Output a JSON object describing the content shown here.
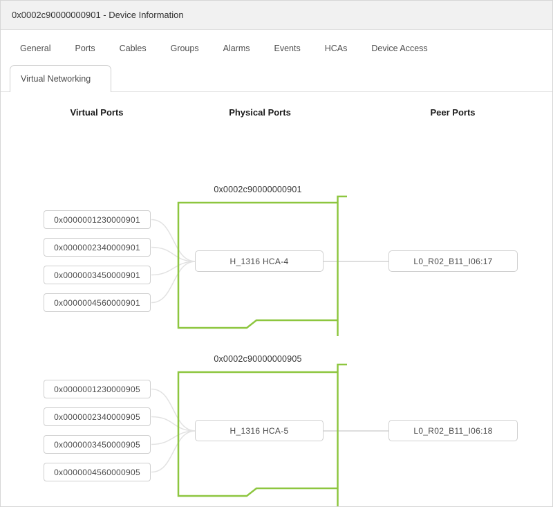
{
  "window": {
    "title": "0x0002c90000000901 - Device Information"
  },
  "tabs": {
    "items": [
      {
        "label": "General"
      },
      {
        "label": "Ports"
      },
      {
        "label": "Cables"
      },
      {
        "label": "Groups"
      },
      {
        "label": "Alarms"
      },
      {
        "label": "Events"
      },
      {
        "label": "HCAs"
      },
      {
        "label": "Device Access"
      }
    ],
    "active": {
      "label": "Virtual Networking"
    }
  },
  "diagram": {
    "column_headers": [
      "Virtual Ports",
      "Physical Ports",
      "Peer Ports"
    ],
    "groups": [
      {
        "device_guid": "0x0002c90000000901",
        "virtual_ports": [
          "0x0000001230000901",
          "0x0000002340000901",
          "0x0000003450000901",
          "0x0000004560000901"
        ],
        "physical_port": "H_1316 HCA-4",
        "peer_port": "L0_R02_B11_I06:17"
      },
      {
        "device_guid": "0x0002c90000000905",
        "virtual_ports": [
          "0x0000001230000905",
          "0x0000002340000905",
          "0x0000003450000905",
          "0x0000004560000905"
        ],
        "physical_port": "H_1316 HCA-5",
        "peer_port": "L0_R02_B11_I06:18"
      }
    ]
  },
  "colors": {
    "accent_green": "#8dc63f",
    "box_border": "#cfcfcf",
    "connector_gray": "#e2e2e2"
  }
}
